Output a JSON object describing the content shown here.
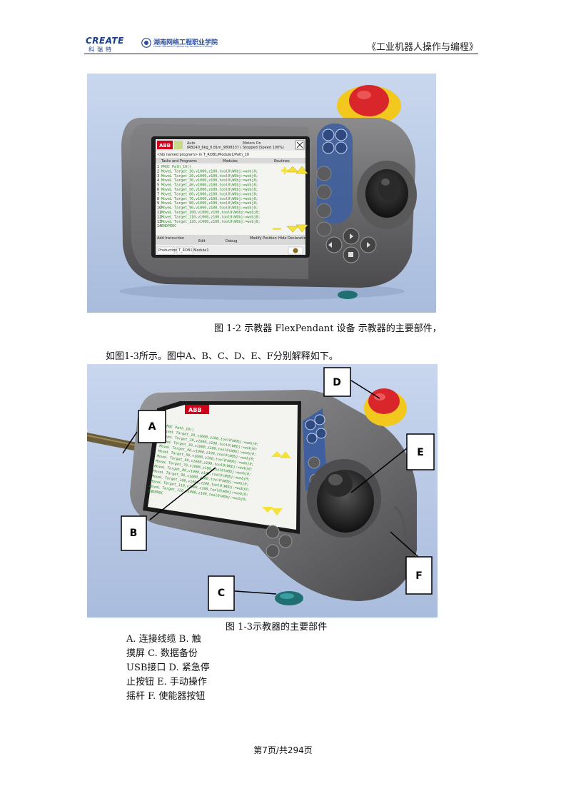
{
  "header": {
    "logo_brand": "CREATE",
    "logo_brand_sub": "科瑞特",
    "school_name": "湖南网络工程职业学院",
    "school_name_en": "Hunan Network Engineering Vocational College",
    "book_title": "《工业机器人操作与编程》"
  },
  "figure1": {
    "screen": {
      "brand": "ABB",
      "status_line1": "Auto",
      "status_line2": "IRB140_6kg_0.81m_9808337 (",
      "status_right1": "Motors On",
      "status_right2": "Stopped (Speed 100%)",
      "program_title": "<No named program> in T_ROB1/Module1/Path_10",
      "tab_tasks": "Tasks and Programs",
      "tab_modules": "Modules",
      "tab_routines": "Routines",
      "code_lines": [
        "PROC Path_10()",
        "  MoveL Target_10,v1000,z100,tool0\\WObj:=wobj0;",
        "  MoveL Target_20,v1000,z100,tool0\\WObj:=wobj0;",
        "  MoveL Target_30,v1000,z100,tool0\\WObj:=wobj0;",
        "  MoveL Target_40,v1000,z100,tool0\\WObj:=wobj0;",
        "  MoveL Target_50,v1000,z100,tool0\\WObj:=wobj0;",
        "  MoveL Target_60,v1000,z100,tool0\\WObj:=wobj0;",
        "  MoveL Target_70,v1000,z100,tool0\\WObj:=wobj0;",
        "  MoveL Target_80,v1000,z100,tool0\\WObj:=wobj0;",
        "  MoveL Target_90,v1000,z100,tool0\\WObj:=wobj0;",
        "  MoveL Target_100,v1000,z100,tool0\\WObj:=wobj0;",
        "  MoveL Target_110,v1000,z100,tool0\\WObj:=wobj0;",
        "  MoveL Target_120,v1000,z100,tool0\\WObj:=wobj0;",
        "ENDPROC"
      ],
      "btn_add": "Add Instruction",
      "btn_edit": "Edit",
      "btn_debug": "Debug",
      "btn_modify": "Modify Position",
      "btn_hide": "Hide Declarations",
      "task_production": "Production Window",
      "task_module": "T_ROB1 Module1"
    },
    "caption": "图 1-2 示教器 FlexPendant 设备 示教器的主要部件，"
  },
  "paragraph": "如图1-3所示。图中A、B、C、D、E、F分别解释如下。",
  "figure2": {
    "labels": [
      "A",
      "B",
      "C",
      "D",
      "E",
      "F"
    ],
    "caption": "图 1-3示教器的主要部件"
  },
  "legend_lines": [
    "A. 连接线缆 B. 触",
    "摸屏 C. 数据备份",
    "USB接口 D. 紧急停",
    "止按钮 E. 手动操作",
    "摇杆 F. 使能器按钮"
  ],
  "footer": "第7页/共294页",
  "colors": {
    "background_blue": "#b9cbe6",
    "housing_gray": "#6e6e70",
    "estop_red": "#d9262b",
    "estop_yellow": "#f2c81f",
    "key_blue": "#3f5f9f",
    "usb_teal": "#1f6f73"
  }
}
